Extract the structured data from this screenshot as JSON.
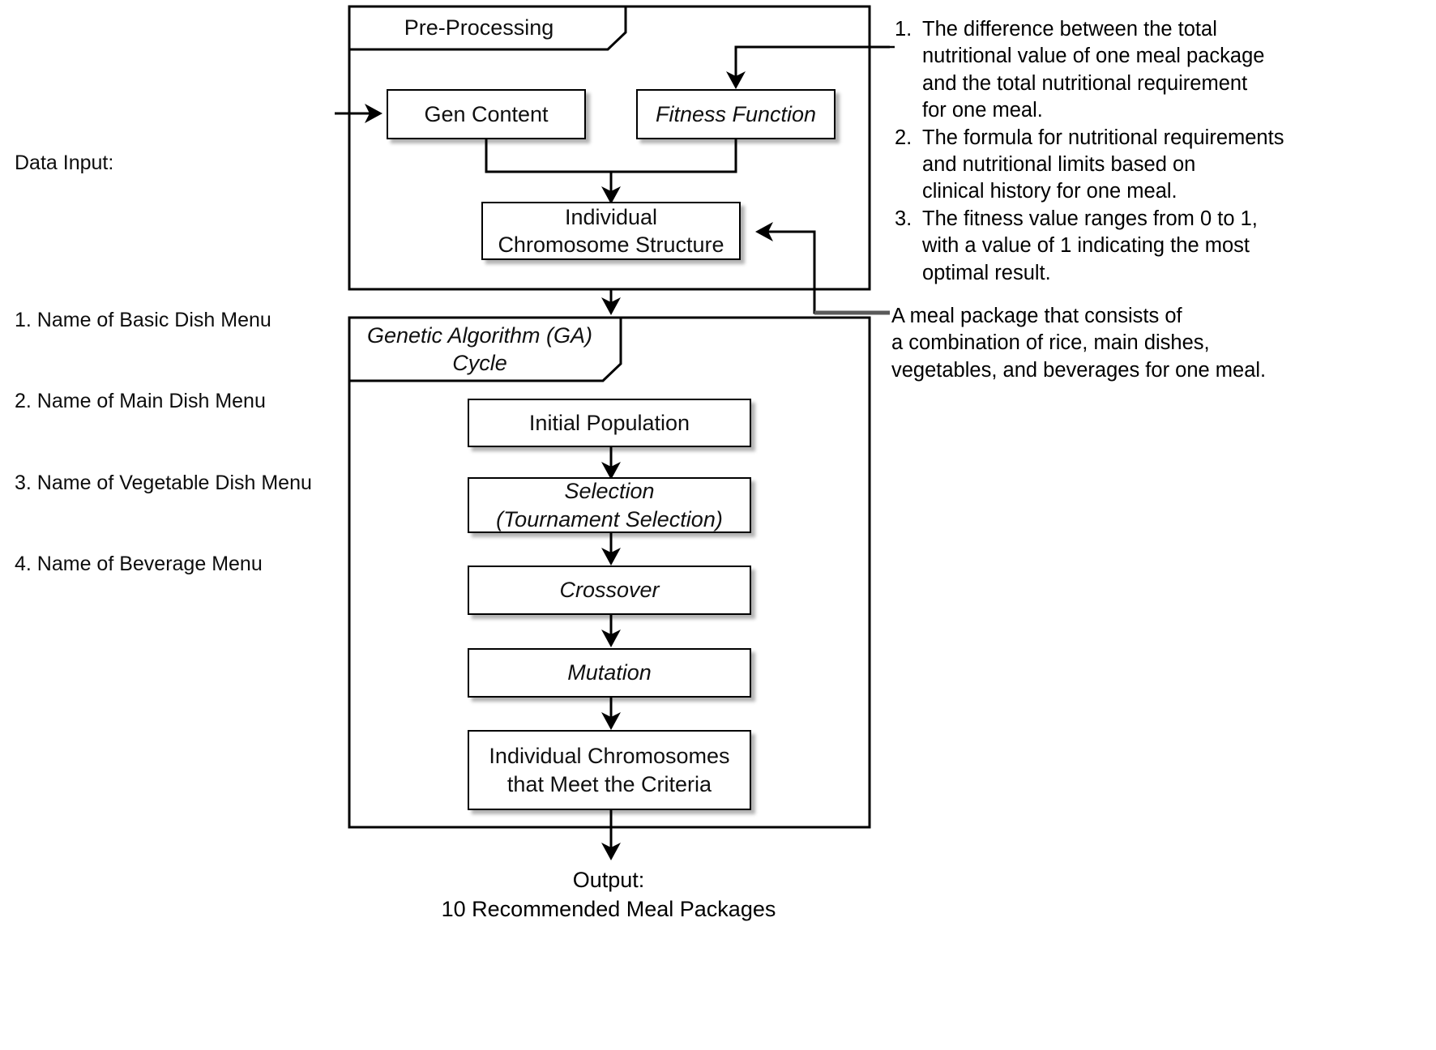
{
  "diagram": {
    "title": "Meal Package Recommendation Genetic Algorithm Flowchart",
    "stroke_color": "#000000",
    "background_color": "#ffffff",
    "connector_gray": "#5a5a5a"
  },
  "data_input": {
    "title": "Data Input:",
    "items": [
      "1. Name of Basic Dish Menu",
      "2. Name of Main Dish Menu",
      "3. Name of Vegetable Dish Menu",
      "4. Name of Beverage Menu"
    ]
  },
  "preprocessing": {
    "tab_label": "Pre-Processing",
    "nodes": {
      "gen_content": "Gen Content",
      "fitness_function": "Fitness Function",
      "chromosome_structure": "Individual\nChromosome Structure"
    }
  },
  "ga_cycle": {
    "tab_label": "Genetic Algorithm (GA)\nCycle",
    "nodes": {
      "initial_population": "Initial Population",
      "selection": "Selection\n(Tournament Selection)",
      "crossover": "Crossover",
      "mutation": "Mutation",
      "meet_criteria": "Individual Chromosomes\nthat Meet the Criteria"
    }
  },
  "notes": {
    "fitness_notes": [
      {
        "number": "1.",
        "text": "The difference between the total\nnutritional value of one meal package\nand the total nutritional requirement\nfor one meal."
      },
      {
        "number": "2.",
        "text": "The formula for nutritional requirements\nand nutritional limits based on\nclinical history for one meal."
      },
      {
        "number": "3.",
        "text": "The fitness value ranges from 0 to 1,\nwith a value of 1 indicating the most\noptimal result."
      }
    ],
    "meal_package_note": "A meal package that consists of\na combination of rice, main dishes,\nvegetables, and beverages for one meal."
  },
  "output": {
    "label": "Output:",
    "value": "10 Recommended Meal Packages"
  }
}
